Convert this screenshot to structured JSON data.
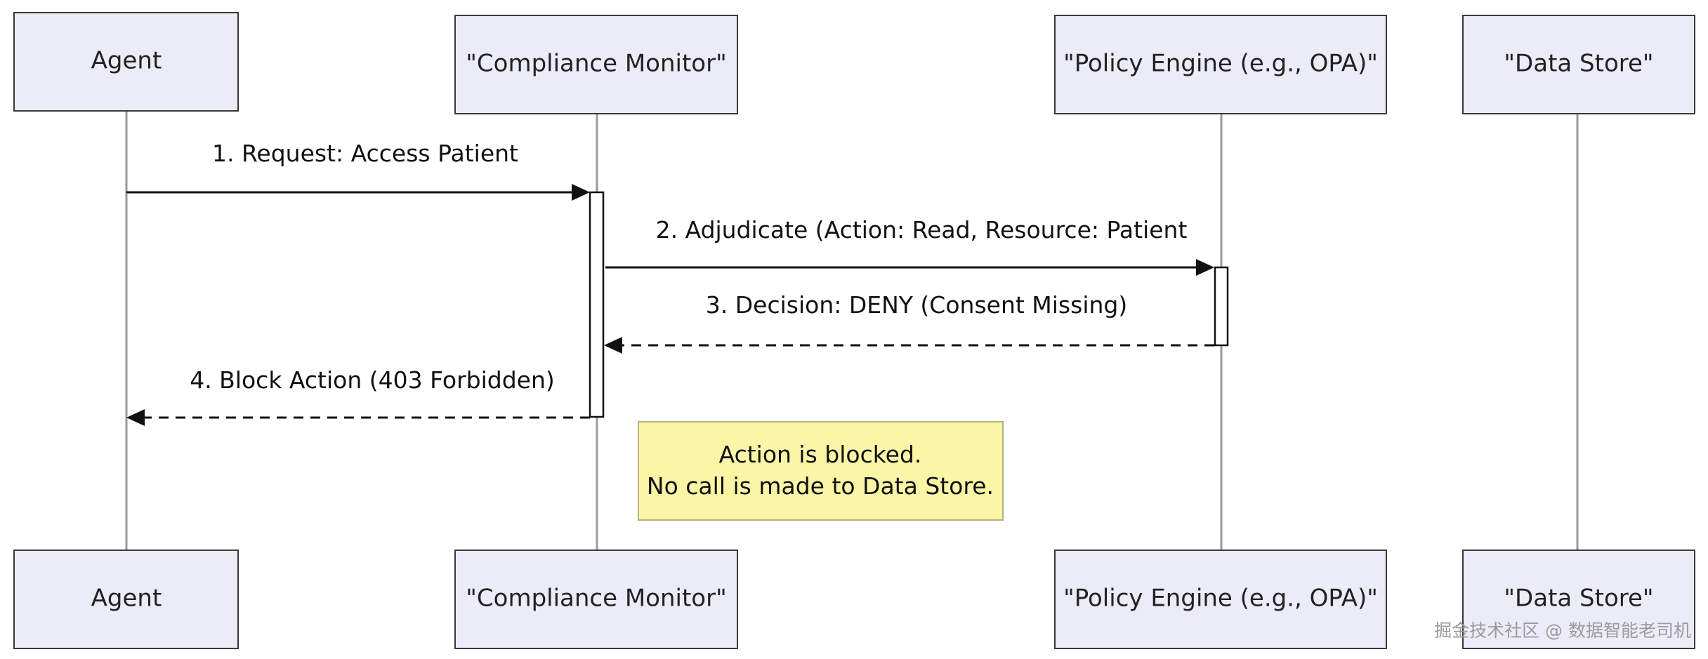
{
  "participants": [
    {
      "id": "agent",
      "label": "Agent"
    },
    {
      "id": "monitor",
      "label": "\"Compliance Monitor\""
    },
    {
      "id": "policy",
      "label": "\"Policy Engine (e.g., OPA)\""
    },
    {
      "id": "store",
      "label": "\"Data Store\""
    }
  ],
  "messages": [
    {
      "id": "m1",
      "label": "1.  Request: Access Patient",
      "from": "agent",
      "to": "monitor",
      "style": "solid"
    },
    {
      "id": "m2",
      "label": "2. Adjudicate (Action: Read, Resource: Patient",
      "from": "monitor",
      "to": "policy",
      "style": "solid"
    },
    {
      "id": "m3",
      "label": "3.  Decision: DENY (Consent Missing)",
      "from": "policy",
      "to": "monitor",
      "style": "dashed"
    },
    {
      "id": "m4",
      "label": "4. Block Action (403 Forbidden)",
      "from": "monitor",
      "to": "agent",
      "style": "dashed"
    }
  ],
  "note": {
    "line1": "Action is blocked.",
    "line2": "No call is made to Data Store."
  },
  "watermark": "掘金技术社区 @ 数据智能老司机",
  "colors": {
    "participant_fill": "#ececf8",
    "note_fill": "#fbf6a6",
    "lifeline": "#9a9a9a"
  }
}
